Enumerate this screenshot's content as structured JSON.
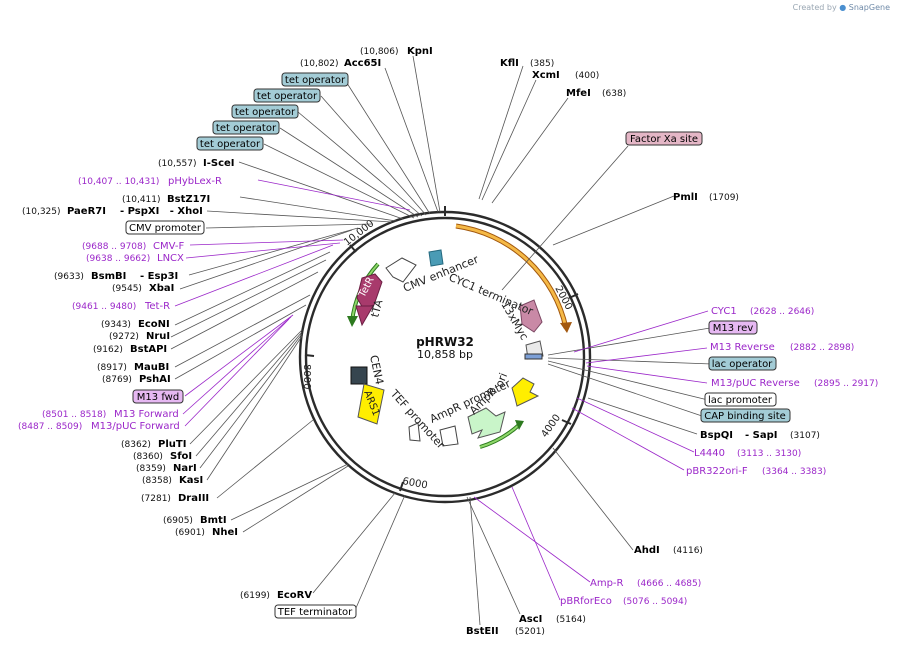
{
  "branding": {
    "created_by": "Created by",
    "app": "SnapGene"
  },
  "plasmid": {
    "name": "pHRW32",
    "length": "10,858 bp"
  },
  "colors": {
    "enzyme": "#000000",
    "primer": "#9b27c9",
    "feature_box": "#a3ccd6",
    "factor_box": "#e4b6c6",
    "outline": "#555555",
    "backbone": "#2b2b2b"
  },
  "ticks": [
    {
      "label": "2000"
    },
    {
      "label": "4000"
    },
    {
      "label": "6000"
    },
    {
      "label": "8000"
    },
    {
      "label": "10,000"
    }
  ],
  "arc_labels": {
    "cmv_enhancer": "CMV enhancer",
    "cyc1_terminator": "CYC1 terminator",
    "myc": "13xMyc",
    "tetr": "TetR",
    "tta": "tTA",
    "cen4": "CEN4",
    "ars1": "ARS1",
    "tef_promoter": "TEF promoter",
    "ampr_promoter": "AmpR promoter",
    "ampr": "AmpR",
    "ori": "ori"
  },
  "labels": {
    "kpni": {
      "name": "KpnI",
      "coord": "(10,806)"
    },
    "acc65i": {
      "name": "Acc65I",
      "coord": "(10,802)"
    },
    "tetop1": "tet operator",
    "tetop2": "tet operator",
    "tetop3": "tet operator",
    "tetop4": "tet operator",
    "tetop5": "tet operator",
    "scei": {
      "name": "I-SceI",
      "coord": "(10,557)"
    },
    "phyblexr": {
      "name": "pHybLex-R",
      "coord": "(10,407 .. 10,431)"
    },
    "bstz17i": {
      "name": "BstZ17I",
      "coord": "(10,411)"
    },
    "paer7i": {
      "name": "PaeR7I",
      "coord": "(10,325)",
      "extra": "- PspXI   - XhoI"
    },
    "cmvpromoter": "CMV promoter",
    "cmvf": {
      "name": "CMV-F",
      "coord": "(9688 .. 9708)"
    },
    "lncx": {
      "name": "LNCX",
      "coord": "(9638 .. 9662)"
    },
    "bsmbi": {
      "name": "BsmBI",
      "coord": "(9633)",
      "extra": "- Esp3I"
    },
    "xbai": {
      "name": "XbaI",
      "coord": "(9545)"
    },
    "tetr_primer": {
      "name": "Tet-R",
      "coord": "(9461 .. 9480)"
    },
    "econi": {
      "name": "EcoNI",
      "coord": "(9343)"
    },
    "brui": {
      "name": "NruI",
      "coord": "(9272)"
    },
    "bstapi": {
      "name": "BstAPI",
      "coord": "(9162)"
    },
    "maubi": {
      "name": "MauBI",
      "coord": "(8917)"
    },
    "pshai": {
      "name": "PshAI",
      "coord": "(8769)"
    },
    "m13fwd": "M13 fwd",
    "m13forward": {
      "name": "M13 Forward",
      "coord": "(8501 .. 8518)"
    },
    "m13pucforward": {
      "name": "M13/pUC Forward",
      "coord": "(8487 .. 8509)"
    },
    "pluti": {
      "name": "PluTI",
      "coord": "(8362)"
    },
    "sfoi": {
      "name": "SfoI",
      "coord": "(8360)"
    },
    "nari": {
      "name": "NarI",
      "coord": "(8359)"
    },
    "kasi": {
      "name": "KasI",
      "coord": "(8358)"
    },
    "draiii": {
      "name": "DraIII",
      "coord": "(7281)"
    },
    "bmti": {
      "name": "BmtI",
      "coord": "(6905)"
    },
    "nhei": {
      "name": "NheI",
      "coord": "(6901)"
    },
    "ecorv": {
      "name": "EcoRV",
      "coord": "(6199)"
    },
    "tefterminator": "TEF terminator",
    "kfli": {
      "name": "KflI",
      "coord": "(385)"
    },
    "xcmi": {
      "name": "XcmI",
      "coord": "(400)"
    },
    "mfei": {
      "name": "MfeI",
      "coord": "(638)"
    },
    "factorxa": "Factor Xa site",
    "pmli": {
      "name": "PmlI",
      "coord": "(1709)"
    },
    "cyc1": {
      "name": "CYC1",
      "coord": "(2628 .. 2646)"
    },
    "m13rev": "M13 rev",
    "m13reverse": {
      "name": "M13 Reverse",
      "coord": "(2882 .. 2898)"
    },
    "lacoperator": "lac operator",
    "m13pucreverse": {
      "name": "M13/pUC Reverse",
      "coord": "(2895 .. 2917)"
    },
    "lacpromoter": "lac promoter",
    "capsite": "CAP binding site",
    "bspqi": {
      "name": "BspQI",
      "extra": "- SapI",
      "coord": "(3107)"
    },
    "l4440": {
      "name": "L4440",
      "coord": "(3113 .. 3130)"
    },
    "pbr322orif": {
      "name": "pBR322ori-F",
      "coord": "(3364 .. 3383)"
    },
    "ahdi": {
      "name": "AhdI",
      "coord": "(4116)"
    },
    "ampr_primer": {
      "name": "Amp-R",
      "coord": "(4666 .. 4685)"
    },
    "pbrforeco": {
      "name": "pBRforEco",
      "coord": "(5076 .. 5094)"
    },
    "asci": {
      "name": "AscI",
      "coord": "(5164)"
    },
    "bsteii": {
      "name": "BstEII",
      "coord": "(5201)"
    }
  }
}
